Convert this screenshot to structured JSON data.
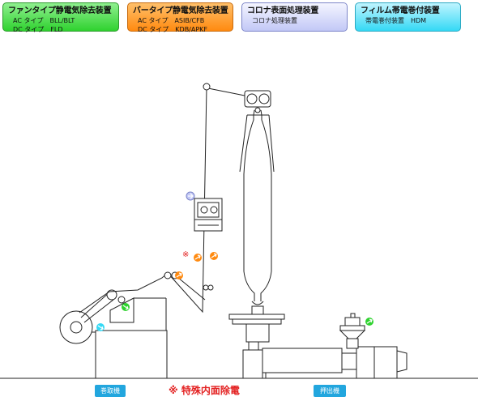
{
  "categories": [
    {
      "title": "ファンタイプ静電気除去装置",
      "lines": [
        "AC タイプ　BLL/BLT",
        "DC タイプ　FLD"
      ],
      "color": "#2fd22f"
    },
    {
      "title": "バータイプ静電気除去装置",
      "lines": [
        "AC タイプ　ASIB/CFB",
        "DC タイプ　KDB/APKF"
      ],
      "color": "#ff8a10"
    },
    {
      "title": "コロナ表面処理装置",
      "lines": [
        "コロナ処理装置"
      ],
      "color": "#c2c8f6"
    },
    {
      "title": "フィルム帯電巻付装置",
      "lines": [
        "帯電巻付装置　HDM"
      ],
      "color": "#35d9f5"
    }
  ],
  "labels": {
    "winder": "巻取機",
    "extruder": "押出機",
    "special_note": "※ 特殊内面除電",
    "marker": "※"
  }
}
